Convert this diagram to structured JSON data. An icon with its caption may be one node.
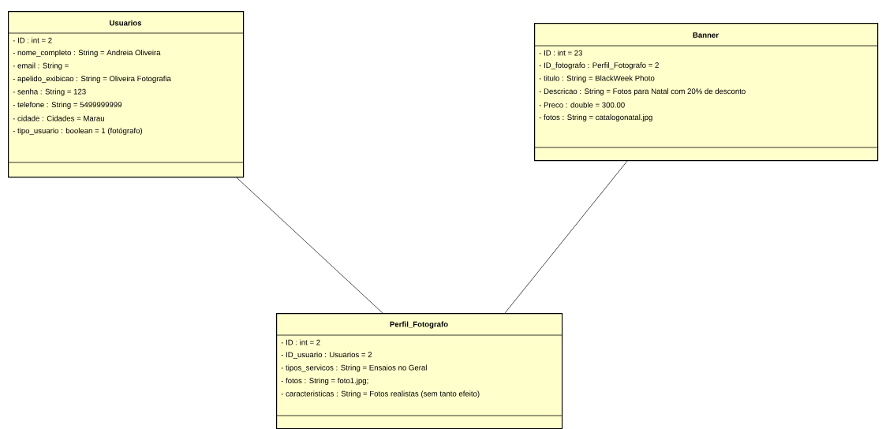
{
  "diagram": {
    "nodes": [
      {
        "text": [
          "Usuarios",
          "- ID : int = 2",
          "- nome_completo : String = Andreia Oliveira",
          "- email : String =",
          "- apelido_exibicao : String = Oliveira Fotografia",
          "- senha : String = 123",
          "- telefone : String = 5499999999",
          "- cidade : Cidades = Marau",
          "- tipo_usuario : boolean = 1 (fotógrafo)"
        ]
      },
      {
        "text": [
          "Banner",
          "- ID : int = 23",
          "- ID_fotografo : Perfil_Fotografo = 2",
          "- titulo : String = BlackWeek Photo",
          "- Descricao : String = Fotos para Natal com 20% de desconto",
          "- Preco : double = 300.00",
          "- fotos : String = catalogonatal.jpg"
        ]
      },
      {
        "text": [
          "Perfil_Fotografo",
          "- ID : int = 2",
          "- ID_usuario : Usuarios = 2",
          "- tipos_servicos : String = Ensaios no Geral",
          "- fotos : String = foto1.jpg;",
          "- caracteristicas : String = Fotos realistas (sem tanto efeito)"
        ]
      }
    ],
    "edges": [
      {
        "from": 0,
        "to": 2,
        "arrow": "none"
      },
      {
        "from": 1,
        "to": 2,
        "arrow": "none"
      }
    ]
  }
}
